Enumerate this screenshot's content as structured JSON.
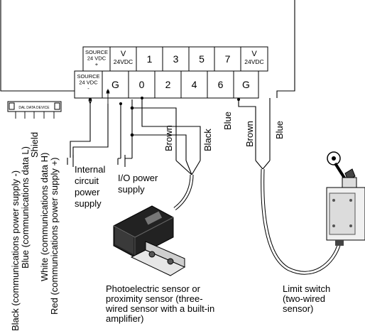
{
  "terminal_block": {
    "top_row": [
      {
        "line1": "SOURCE",
        "line2": "24 VDC",
        "line3": "+"
      },
      {
        "line1": "V",
        "line2": "24VDC",
        "line3": ""
      },
      {
        "line1": "1",
        "line2": "",
        "line3": ""
      },
      {
        "line1": "3",
        "line2": "",
        "line3": ""
      },
      {
        "line1": "5",
        "line2": "",
        "line3": ""
      },
      {
        "line1": "7",
        "line2": "",
        "line3": ""
      },
      {
        "line1": "V",
        "line2": "24VDC",
        "line3": ""
      }
    ],
    "bottom_row": [
      {
        "line1": "SOURCE",
        "line2": "24 VDC",
        "line3": "-"
      },
      {
        "line1": "G",
        "line2": "",
        "line3": ""
      },
      {
        "line1": "0",
        "line2": "",
        "line3": ""
      },
      {
        "line1": "2",
        "line2": "",
        "line3": ""
      },
      {
        "line1": "4",
        "line2": "",
        "line3": ""
      },
      {
        "line1": "6",
        "line2": "",
        "line3": ""
      },
      {
        "line1": "G",
        "line2": "",
        "line3": ""
      }
    ]
  },
  "comm_connector": {
    "label": "DAL DATA DEVICE"
  },
  "comm_wires": [
    "Black (communications power supply -)",
    "Blue (communications data L)",
    "Shield",
    "White (communications data H)",
    "Red (communications power supply +)"
  ],
  "wire_colors": {
    "photo_brown": "Brown",
    "photo_black": "Black",
    "photo_blue": "Blue",
    "limit_brown": "Brown",
    "limit_blue": "Blue"
  },
  "supplies": {
    "internal": [
      "Internal",
      "circuit",
      "power",
      "supply"
    ],
    "io": [
      "I/O power",
      "supply"
    ]
  },
  "devices": {
    "photo": [
      "Photoelectric sensor or",
      "proximity sensor (three-",
      "wired sensor with a built-in",
      "amplifier)"
    ],
    "limit": [
      "Limit switch",
      "(two-wired",
      "sensor)"
    ]
  }
}
